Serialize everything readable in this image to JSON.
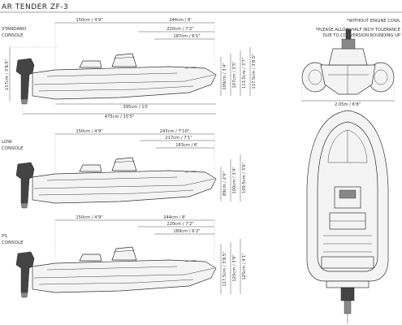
{
  "header": {
    "title": "AR TENDER ZF-3"
  },
  "notes": {
    "line1": "*WITHOUT ENGINE COWL",
    "line2": "*PLEASE ALLOW HALF INCH TOLERANCE",
    "line3": "DUE TO CONVERSION ROUNDING UP"
  },
  "views": [
    {
      "label1": "STANDARD",
      "label2": "CONSOLE",
      "dims": {
        "top1": "150cm / 4'9\"",
        "top2": "244cm / 8'",
        "top3": "220cm / 7'2\"",
        "top4": "187cm / 6'1\"",
        "left": "117cm / 3'8.5\"",
        "right1": "109cm / 3'4\"",
        "right2": "107cm / 3'5\"",
        "right3": "113.5cm / 3'7\"",
        "right4": "117.5cm / 3'8.5\"",
        "bottom1": "395cm / 13'",
        "bottom2": "475cm / 15'5\""
      }
    },
    {
      "label1": "LOW",
      "label2": "CONSOLE",
      "dims": {
        "top1": "150cm / 4'9\"",
        "top2": "243cm / 7'10\"",
        "top3": "217cm / 7'1\"",
        "top4": "183cm / 6'",
        "right1": "89cm / 2'9\"",
        "right2": "100cm / 3'4\"",
        "right3": "109.5cm / 3'6\""
      }
    },
    {
      "label1": "PS",
      "label2": "CONSOLE",
      "dims": {
        "top1": "150cm / 4'9\"",
        "top2": "244cm / 8'",
        "top3": "220cm / 7'2\"",
        "top4": "189cm / 6'2\"",
        "right1": "117.5cm / 3'8.5\"",
        "right2": "120cm / 3'9\"",
        "right3": "125cm / 4'1\""
      }
    }
  ],
  "front_view": {
    "beam": "2.05m / 6'8\""
  }
}
